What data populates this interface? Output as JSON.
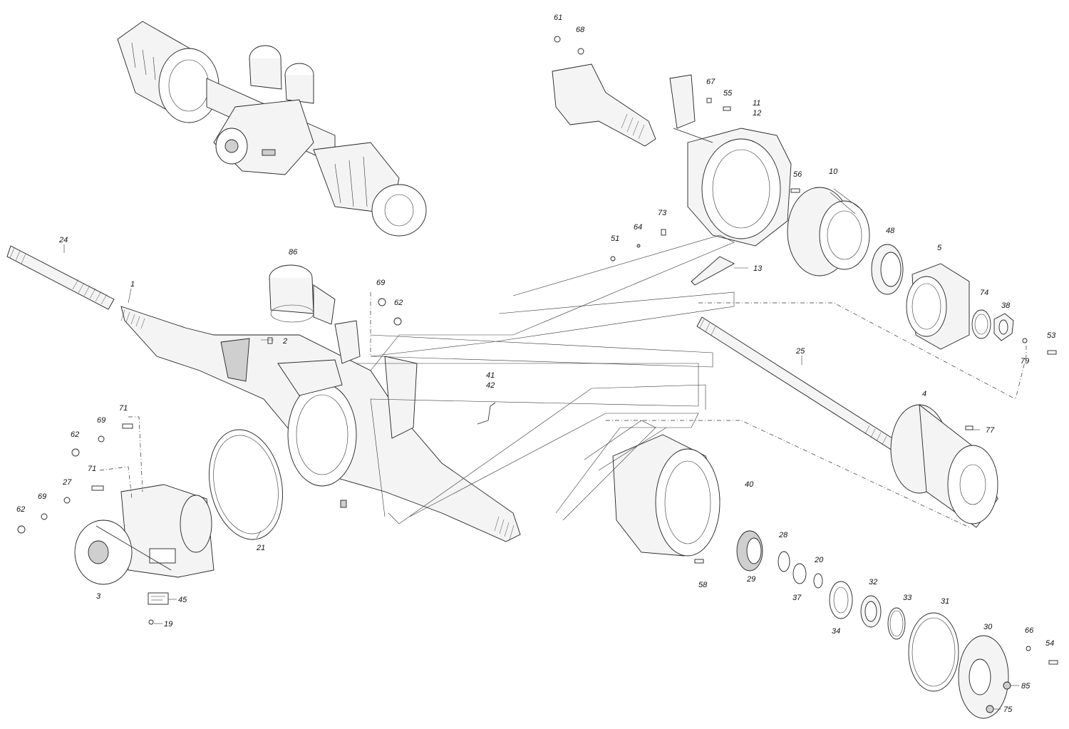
{
  "labels": {
    "l1": "1",
    "l2": "2",
    "l3": "3",
    "l4": "4",
    "l5": "5",
    "l10": "10",
    "l11": "11",
    "l12": "12",
    "l13": "13",
    "l19": "19",
    "l20": "20",
    "l21": "21",
    "l24": "24",
    "l25": "25",
    "l27": "27",
    "l28": "28",
    "l29": "29",
    "l30": "30",
    "l31": "31",
    "l32": "32",
    "l33": "33",
    "l34": "34",
    "l37": "37",
    "l38": "38",
    "l40": "40",
    "l41": "41",
    "l42": "42",
    "l45": "45",
    "l48": "48",
    "l51": "51",
    "l53": "53",
    "l54": "54",
    "l55": "55",
    "l56": "56",
    "l58": "58",
    "l61": "61",
    "l62a": "62",
    "l62b": "62",
    "l62c": "62",
    "l64": "64",
    "l66": "66",
    "l67": "67",
    "l68": "68",
    "l69a": "69",
    "l69b": "69",
    "l69c": "69",
    "l71a": "71",
    "l71b": "71",
    "l73": "73",
    "l74": "74",
    "l75": "75",
    "l77": "77",
    "l79": "79",
    "l85": "85",
    "l86": "86"
  }
}
